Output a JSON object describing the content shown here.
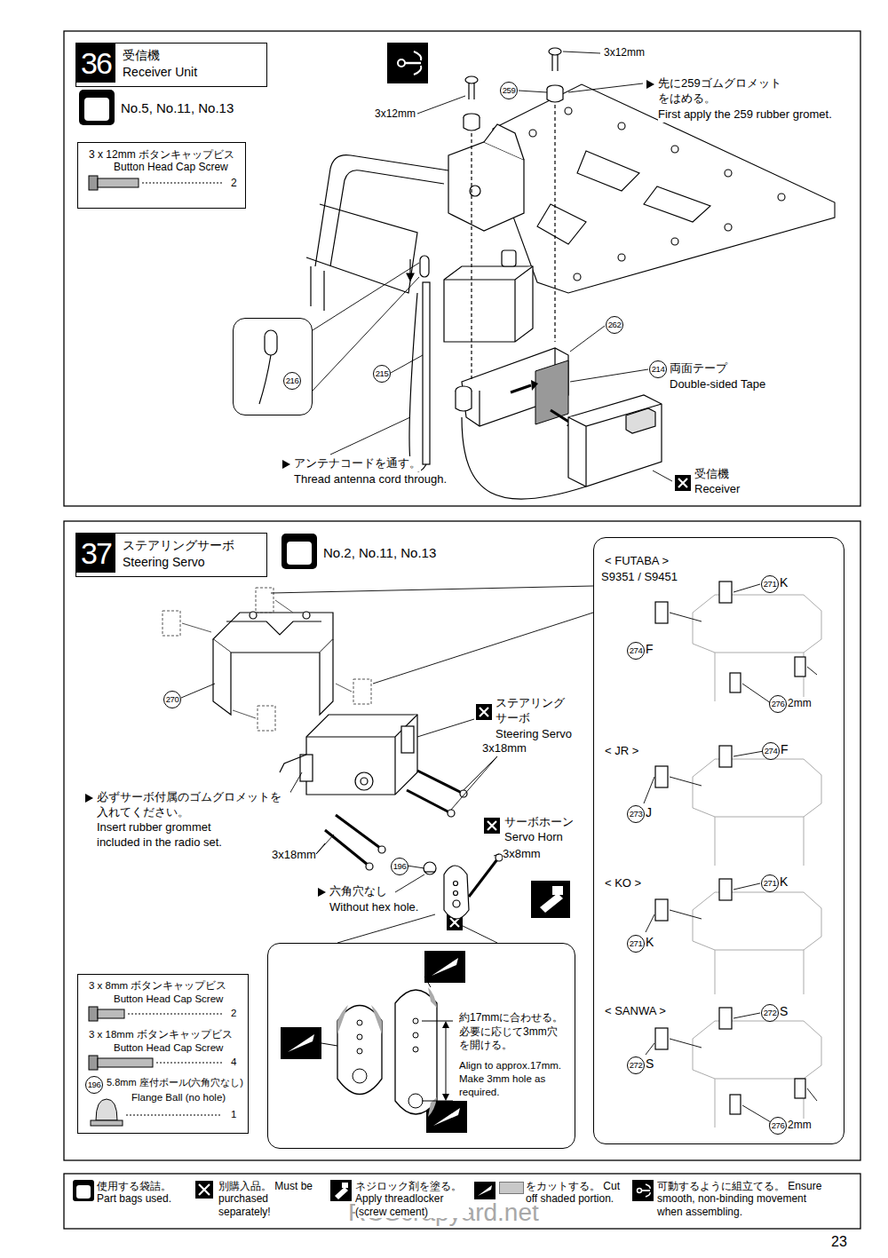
{
  "diagram": {
    "nodes": [
      {
        "text": [
          "36",
          "受信機",
          "Receiver Unit"
        ]
      },
      {
        "text": [
          "3 x 12mm ボタンキャップビス",
          "Button Head Cap Screw",
          "2"
        ]
      },
      {
        "text": [
          "216"
        ]
      },
      {
        "text": [
          "37",
          "ステアリングサーボ",
          "Steering Servo"
        ]
      },
      {
        "text": [
          "3 x 8mm ボタンキャップビス",
          "Button Head Cap Screw",
          "2",
          "3 x 18mm ボタンキャップビス",
          "Button Head Cap Screw",
          "4",
          "196",
          "5.8mm 座付ボール(六角穴なし)",
          "Flange Ball (no hole)",
          "1"
        ]
      },
      {
        "text": [
          "< FUTABA >",
          "S9351 / S9451",
          "< JR >",
          "< KO >",
          "< SANWA >"
        ]
      },
      {
        "text": [
          "約17mmに合わせる。必要に応じて3mm穴を開ける。",
          "Align to approx.17mm. Make 3mm hole as required."
        ]
      }
    ],
    "labels": [
      "No.5, No.11, No.13",
      "3x12mm",
      "3x12mm",
      "259",
      "先に259ゴムグロメットをはめる。",
      "First apply the 259 rubber gromet.",
      "262",
      "214",
      "両面テープ",
      "Double-sided Tape",
      "215",
      "アンテナコードを通す。",
      "Thread antenna cord through.",
      "受信機",
      "Receiver",
      "No.2, No.11, No.13",
      "270",
      "ステアリングサーボ",
      "Steering Servo",
      "3x18mm",
      "サーボホーン",
      "Servo Horn",
      "3x8mm",
      "196",
      "必ずサーボ付属のゴムグロメットを入れてください。",
      "Insert rubber grommet included in the radio set.",
      "3x18mm",
      "六角穴なし",
      "Without hex hole.",
      "271",
      "K",
      "274",
      "F",
      "276",
      "2mm",
      "274",
      "F",
      "273",
      "J",
      "271",
      "K",
      "271",
      "K",
      "272",
      "S",
      "272",
      "S",
      "276",
      "2mm",
      "RCScrapyard.net",
      "23"
    ],
    "legend": [
      {
        "text": "使用する袋詰。 Part bags used."
      },
      {
        "text": "別購入品。 Must be purchased separately!"
      },
      {
        "text": "ネジロック剤を塗る。 Apply threadlocker (screw cement)"
      },
      {
        "text": "をカットする。 Cut off shaded portion.",
        "color": "#c8c8c8"
      },
      {
        "text": "可動するように組立てる。 Ensure smooth, non-binding movement when assembling."
      }
    ]
  }
}
